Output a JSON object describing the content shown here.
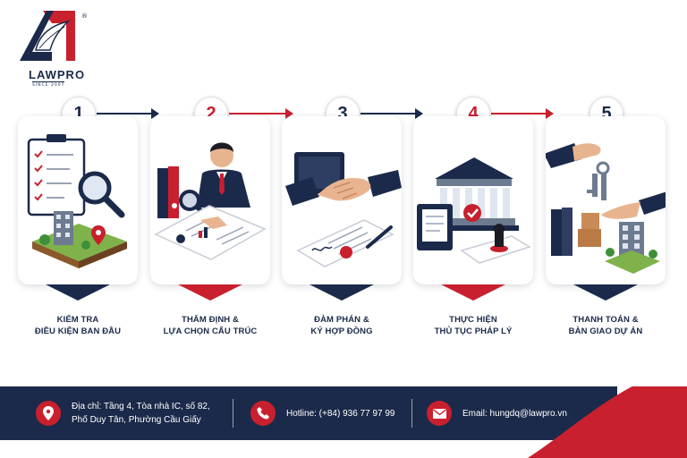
{
  "brand": {
    "name": "LAWPRO",
    "since": "SINCE 2007",
    "registered": "®",
    "colors": {
      "navy": "#1b2a4a",
      "red": "#c8202e",
      "white": "#ffffff"
    }
  },
  "steps": [
    {
      "number": "1",
      "accent": "navy",
      "icon": "checklist-magnifier-building-icon",
      "line1": "KIỂM TRA",
      "line2": "ĐIỀU KIỆN BAN ĐẦU"
    },
    {
      "number": "2",
      "accent": "red",
      "icon": "lawyer-reviewing-documents-icon",
      "line1": "THẨM ĐỊNH &",
      "line2": "LỰA CHỌN CẤU TRÚC"
    },
    {
      "number": "3",
      "accent": "navy",
      "icon": "handshake-contract-icon",
      "line1": "ĐÀM PHÁN &",
      "line2": "KÝ HỢP ĐỒNG"
    },
    {
      "number": "4",
      "accent": "red",
      "icon": "government-building-stamp-icon",
      "line1": "THỰC HIỆN",
      "line2": "THỦ TỤC PHÁP LÝ"
    },
    {
      "number": "5",
      "accent": "navy",
      "icon": "key-handover-icon",
      "line1": "THANH TOÁN &",
      "line2": "BÀN GIAO DỰ ÁN"
    }
  ],
  "contact": {
    "address_line1": "Địa chỉ: Tầng 4, Tòa nhà IC, số 82,",
    "address_line2": "Phố Duy Tân, Phường Cầu Giấy",
    "hotline": "Hotline: (+84) 936 77 97 99",
    "email": "Email: hungdq@lawpro.vn",
    "icons": [
      "location-pin-icon",
      "phone-icon",
      "mail-icon"
    ]
  }
}
